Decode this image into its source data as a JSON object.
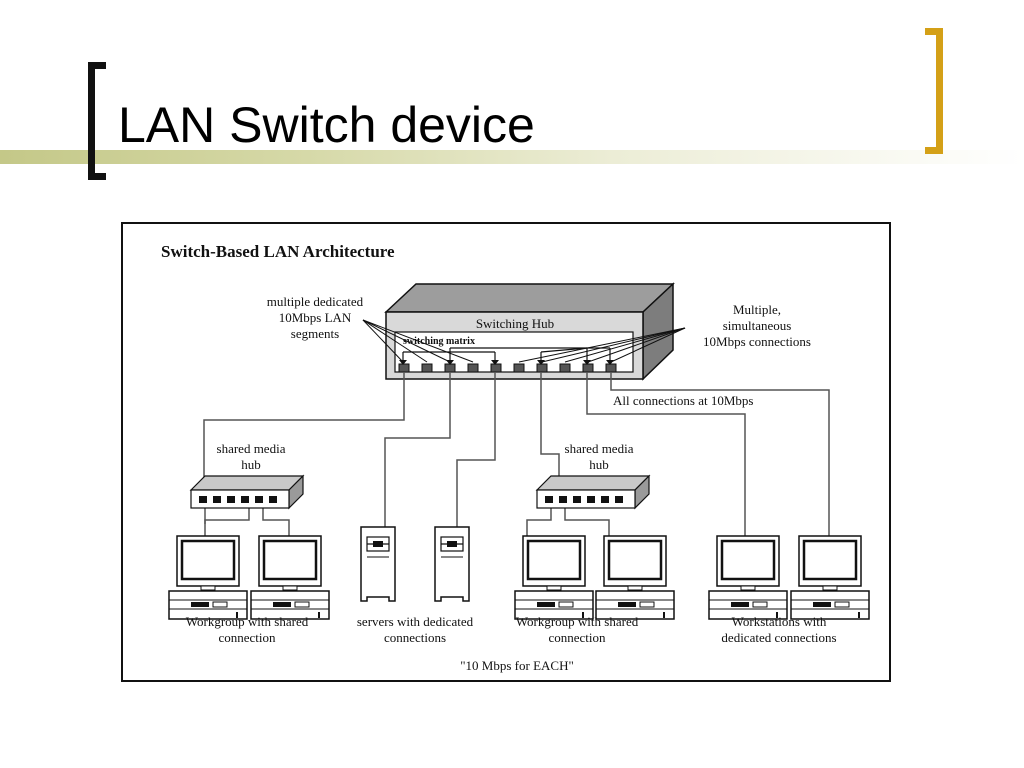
{
  "slide": {
    "title": "LAN Switch device"
  },
  "diagram": {
    "heading": "Switch-Based LAN Architecture",
    "label_segments": [
      "multiple dedicated",
      "10Mbps LAN",
      "segments"
    ],
    "label_hub": "Switching Hub",
    "label_matrix": "switching matrix",
    "label_simultaneous": [
      "Multiple,",
      "simultaneous",
      "10Mbps connections"
    ],
    "label_all_connections": "All connections at 10Mbps",
    "label_shared_hub_left": [
      "shared media",
      "hub"
    ],
    "label_shared_hub_right": [
      "shared media",
      "hub"
    ],
    "caption_workgroup_left": [
      "Workgroup with shared",
      "connection"
    ],
    "caption_servers": [
      "servers with dedicated",
      "connections"
    ],
    "caption_workgroup_right": [
      "Workgroup with shared",
      "connection"
    ],
    "caption_workstations": [
      "Workstations with",
      "dedicated connections"
    ],
    "caption_bottom": "\"10 Mbps for EACH\""
  }
}
